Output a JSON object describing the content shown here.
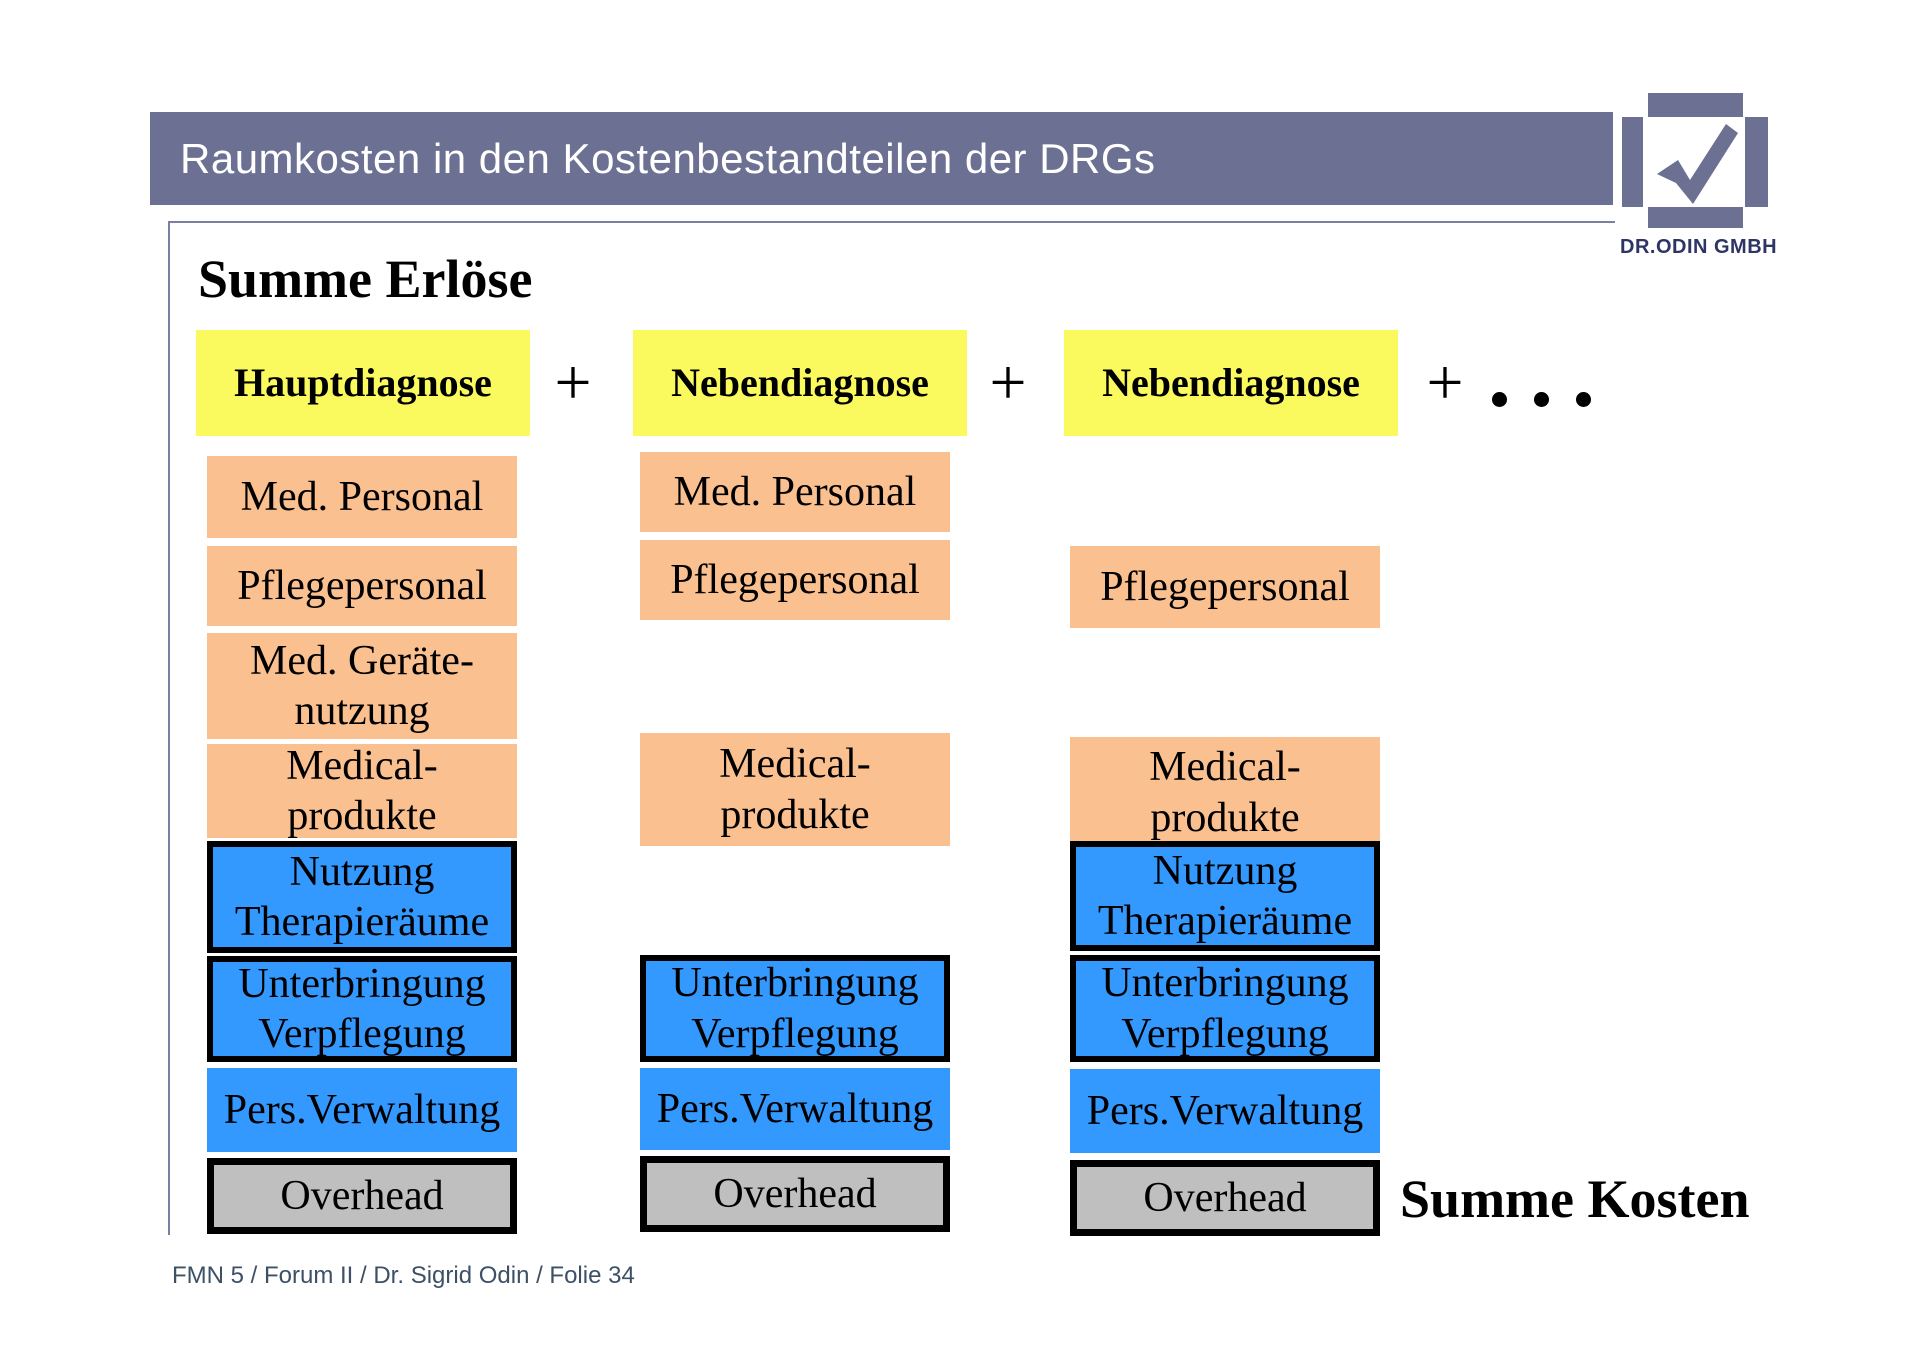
{
  "slide": {
    "title": "Raumkosten in den Kostenbestandteilen der DRGs",
    "footer": "FMN 5 / Forum II / Dr. Sigrid Odin / Folie 34"
  },
  "logo": {
    "company": "DR.ODIN GMBH",
    "icon": "checkmark-icon"
  },
  "labels": {
    "sum_revenues": "Summe Erlöse",
    "sum_costs": "Summe Kosten",
    "plus": "+",
    "ellipsis": "…"
  },
  "diagram": {
    "columns": [
      {
        "header": "Hauptdiagnose",
        "items": [
          {
            "id": "med-personal",
            "lines": [
              "Med. Personal"
            ]
          },
          {
            "id": "pflegepersonal",
            "lines": [
              "Pflegepersonal"
            ]
          },
          {
            "id": "med-geraetenutzung",
            "lines": [
              "Med. Geräte-",
              "nutzung"
            ]
          },
          {
            "id": "medicalprodukte",
            "lines": [
              "Medical-",
              "produkte"
            ]
          },
          {
            "id": "nutzung-therapieraeume",
            "lines": [
              "Nutzung",
              "Therapieräume"
            ]
          },
          {
            "id": "unterbringung-verpflegung",
            "lines": [
              "Unterbringung",
              "Verpflegung"
            ]
          },
          {
            "id": "pers-verwaltung",
            "lines": [
              "Pers.Verwaltung"
            ]
          },
          {
            "id": "overhead",
            "lines": [
              "Overhead"
            ]
          }
        ]
      },
      {
        "header": "Nebendiagnose",
        "items": [
          {
            "id": "med-personal",
            "lines": [
              "Med. Personal"
            ]
          },
          {
            "id": "pflegepersonal",
            "lines": [
              "Pflegepersonal"
            ]
          },
          {
            "id": "medicalprodukte",
            "lines": [
              "Medical-",
              "produkte"
            ]
          },
          {
            "id": "unterbringung-verpflegung",
            "lines": [
              "Unterbringung",
              "Verpflegung"
            ]
          },
          {
            "id": "pers-verwaltung",
            "lines": [
              "Pers.Verwaltung"
            ]
          },
          {
            "id": "overhead",
            "lines": [
              "Overhead"
            ]
          }
        ]
      },
      {
        "header": "Nebendiagnose",
        "items": [
          {
            "id": "pflegepersonal",
            "lines": [
              "Pflegepersonal"
            ]
          },
          {
            "id": "medicalprodukte",
            "lines": [
              "Medical-",
              "produkte"
            ]
          },
          {
            "id": "nutzung-therapieraeume",
            "lines": [
              "Nutzung",
              "Therapieräume"
            ]
          },
          {
            "id": "unterbringung-verpflegung",
            "lines": [
              "Unterbringung",
              "Verpflegung"
            ]
          },
          {
            "id": "pers-verwaltung",
            "lines": [
              "Pers.Verwaltung"
            ]
          },
          {
            "id": "overhead",
            "lines": [
              "Overhead"
            ]
          }
        ]
      }
    ]
  },
  "colors": {
    "title_bar": "#6C7092",
    "logo_purple": "#6C7092",
    "yellow_header": "#FAFA5F",
    "orange_box": "#FAC090",
    "blue_box": "#3399FF",
    "gray_box": "#BFBFBF",
    "footer_text": "#3D5066",
    "logo_text": "#2E3566"
  }
}
